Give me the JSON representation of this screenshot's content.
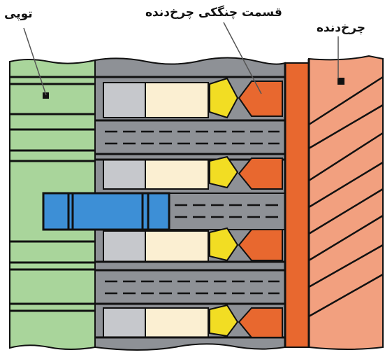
{
  "labels": {
    "hub": "توپی",
    "dog_teeth": "قسمت چنگکی چرخ‌دنده",
    "gear": "چرخ‌دنده"
  },
  "colors": {
    "hub": "#a9d59b",
    "sleeve": "#8e9196",
    "sleeve_light": "#c6c8cc",
    "synchro_ring": "#fbefd2",
    "cone": "#f2dd23",
    "dog_teeth": "#e8682f",
    "gear": "#f2a07f",
    "shift_key": "#3d8fd6",
    "outline": "#111111"
  }
}
